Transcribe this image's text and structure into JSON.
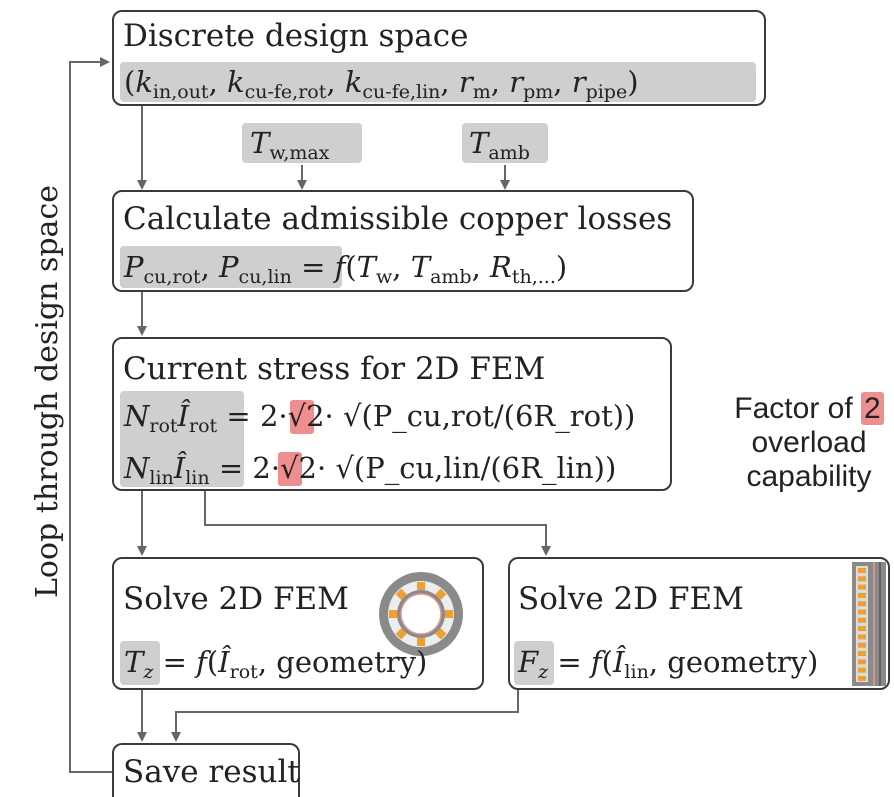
{
  "boxes": {
    "design_space": {
      "title": "Discrete design space",
      "params": "(k_in,out, k_cu-fe,rot, k_cu-fe,lin, r_m, r_pm, r_pipe)"
    },
    "losses": {
      "title": "Calculate admissible copper losses",
      "lhs": "P_cu,rot, P_cu,lin",
      "rhs": "= f(T_w, T_amb, R_th,...)"
    },
    "current": {
      "title": "Current stress for 2D FEM",
      "factor": "2",
      "eq_rot_rhs": "·√2· √(P_cu,rot/(6R_rot))",
      "eq_lin_rhs": "·√2· √(P_cu,lin/(6R_lin))"
    },
    "fem_rot": {
      "title": "Solve 2D FEM",
      "lhs": "T_z",
      "rhs": "= f(Î_rot, geometry)"
    },
    "fem_lin": {
      "title": "Solve 2D FEM",
      "lhs": "F_z",
      "rhs": "= f(Î_lin, geometry)"
    },
    "save": {
      "title": "Save result"
    }
  },
  "inputs": {
    "tw_max": "T_w,max",
    "t_amb": "T_amb"
  },
  "side_note": {
    "prefix": "Factor of",
    "factor": "2",
    "line2": "overload",
    "line3": "capability"
  },
  "loop_label": "Loop through design space",
  "colors": {
    "highlight": "#cfcfcf",
    "factor_highlight": "#ef8e8e",
    "arrow": "#666666",
    "machine_orange": "#f0a033",
    "machine_gray": "#8a8a8a"
  }
}
